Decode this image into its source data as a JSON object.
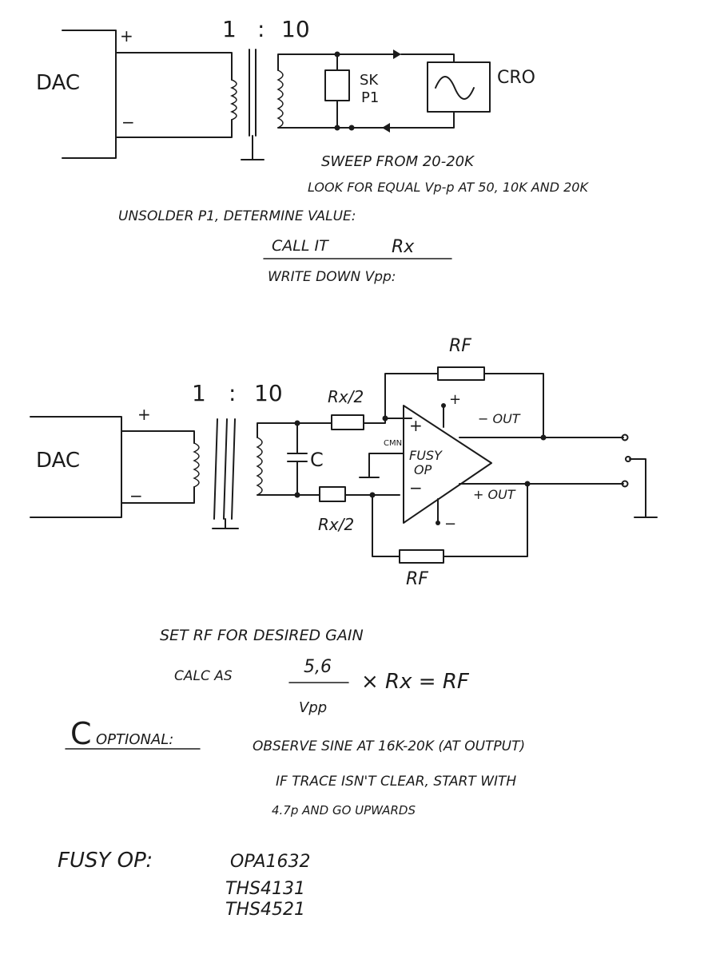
{
  "circuit1": {
    "dac_label": "DAC",
    "plus": "+",
    "minus": "−",
    "ratio_one": "1",
    "ratio_colon": ":",
    "ratio_ten": "10",
    "sk_label": "SK",
    "p1_label": "P1",
    "cro_label": "CRO"
  },
  "notes1": {
    "sweep": "SWEEP FROM 20-20K",
    "look_for": "LOOK FOR EQUAL Vp-p AT 50, 10K AND 20K",
    "unsolder": "UNSOLDER P1, DETERMINE VALUE:",
    "call_it": "CALL IT",
    "rx": "Rx",
    "write_down": "WRITE DOWN Vpp:"
  },
  "circuit2": {
    "dac_label": "DAC",
    "plus": "+",
    "minus": "−",
    "ratio_one": "1",
    "ratio_colon": ":",
    "ratio_ten": "10",
    "cap_label": "C",
    "rx_top": "Rx/2",
    "rx_bottom": "Rx/2",
    "rf_top": "RF",
    "rf_bottom": "RF",
    "amp_label_1": "FUSY",
    "amp_label_2": "OP",
    "amp_plus": "+",
    "amp_minus": "−",
    "cmn_label": "CMN",
    "supply_plus": "+",
    "supply_minus": "−",
    "minus_out": "− OUT",
    "plus_out": "+ OUT"
  },
  "notes2": {
    "set_rf": "SET RF FOR DESIRED GAIN",
    "calc_as": "CALC AS",
    "numerator": "5,6",
    "denominator": "Vpp",
    "formula_tail": "× Rx = RF",
    "optional_c": "C",
    "optional_label": "OPTIONAL:",
    "observe": "OBSERVE SINE AT 16K-20K (AT OUTPUT)",
    "if_trace": "IF TRACE ISN'T CLEAR, START WITH",
    "four_top": "4.7p AND GO UPWARDS"
  },
  "fusy_list": {
    "heading": "FUSY OP:",
    "items": [
      "OPA1632",
      "THS4131",
      "THS4521"
    ]
  }
}
